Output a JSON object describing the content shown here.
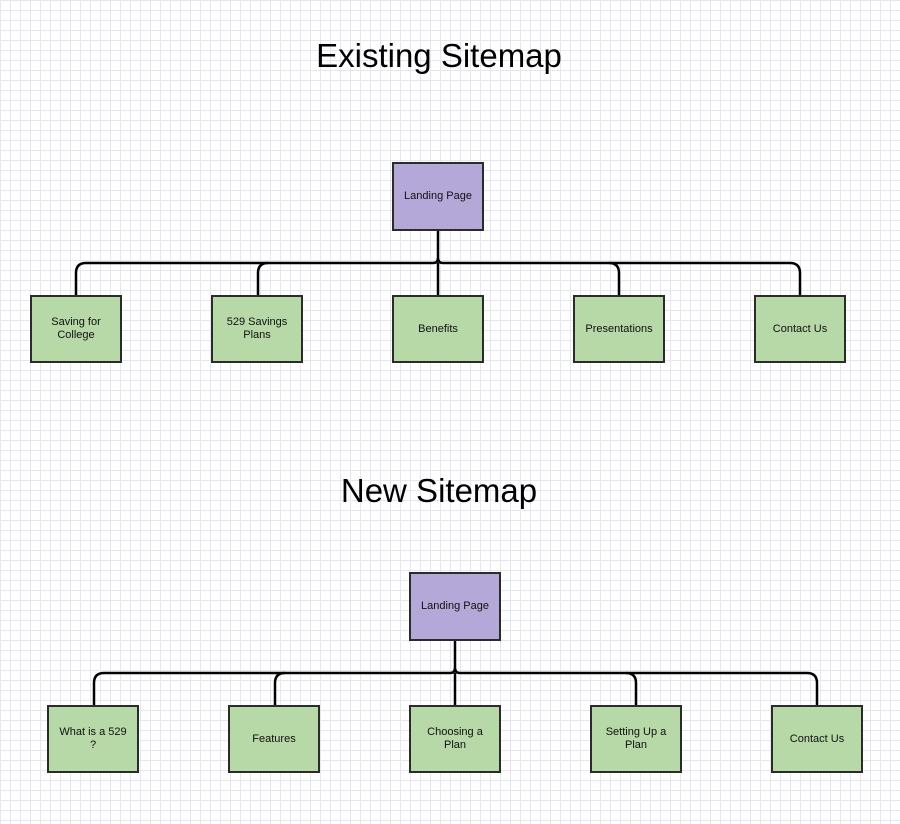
{
  "existing": {
    "title": "Existing Sitemap",
    "root": "Landing Page",
    "children": [
      "Saving for College",
      "529 Savings Plans",
      "Benefits",
      "Presentations",
      "Contact Us"
    ]
  },
  "new": {
    "title": "New Sitemap",
    "root": "Landing Page",
    "children": [
      "What is a 529 ?",
      "Features",
      "Choosing a Plan",
      "Setting Up a Plan",
      "Contact Us"
    ]
  },
  "colors": {
    "root_fill": "#b4a8d8",
    "child_fill": "#b7d8a7",
    "border": "#2b2b2b"
  }
}
